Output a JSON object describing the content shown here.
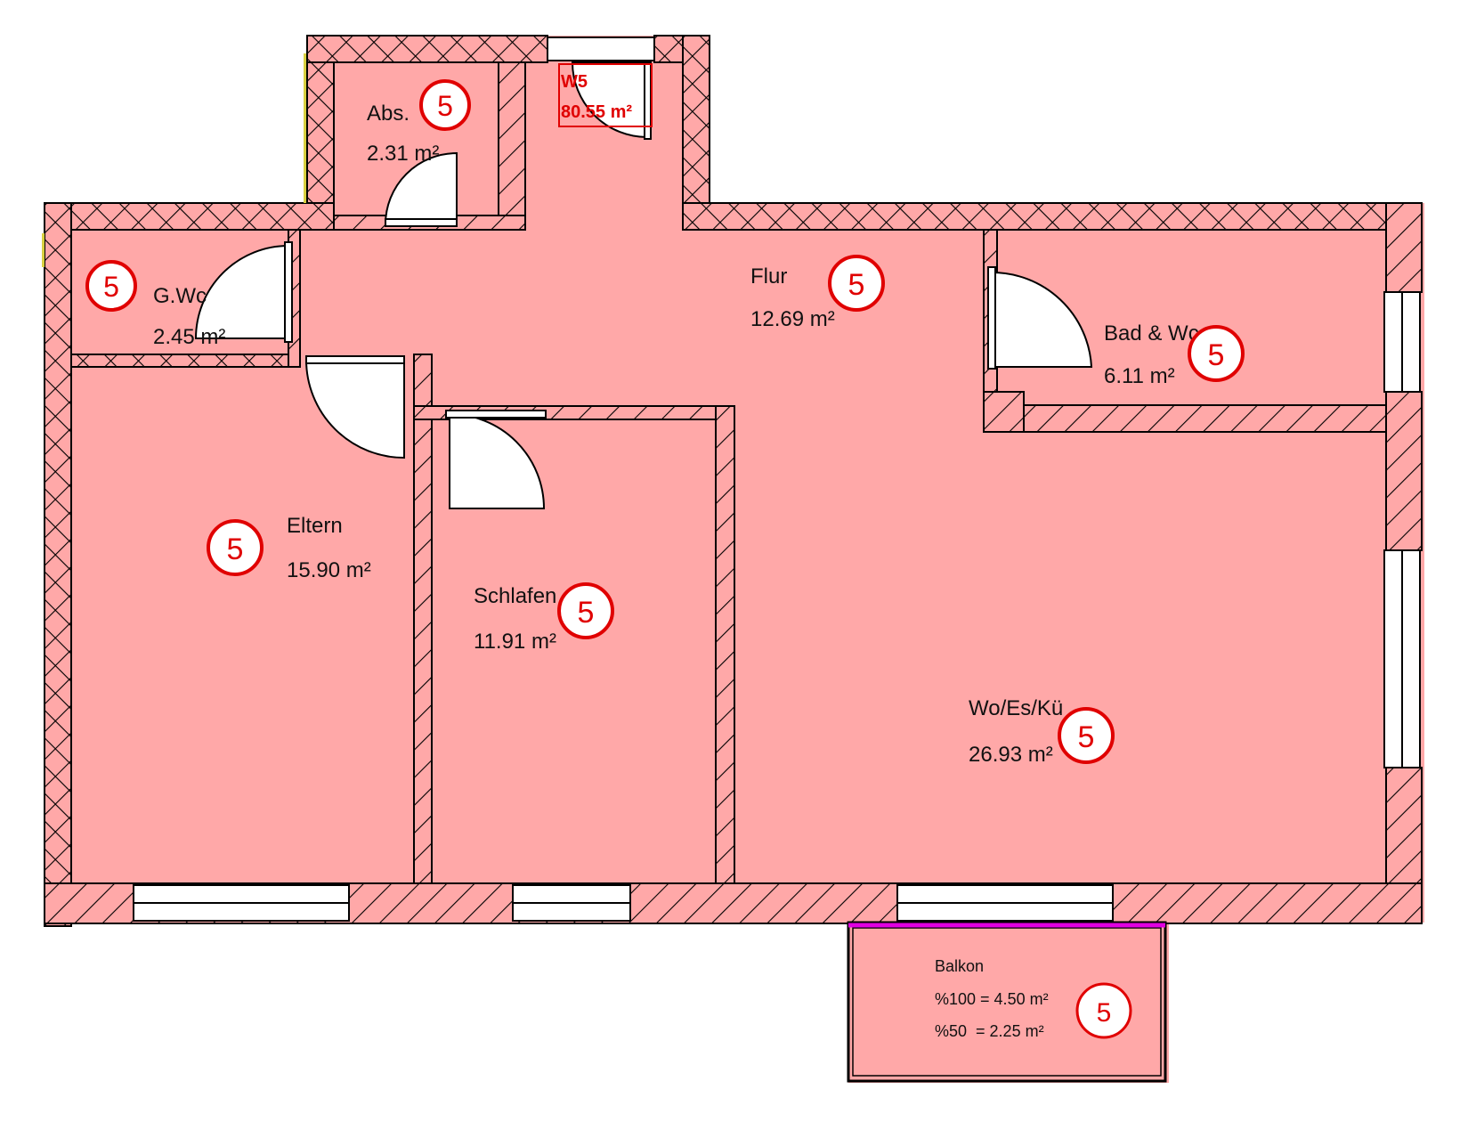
{
  "unit": {
    "code": "W5",
    "area": "80.55 m²"
  },
  "rooms": [
    {
      "id": "abs",
      "name": "Abs.",
      "area": "2.31 m²",
      "badge": "5"
    },
    {
      "id": "gwc",
      "name": "G.Wc",
      "area": "2.45 m²",
      "badge": "5"
    },
    {
      "id": "flur",
      "name": "Flur",
      "area": "12.69 m²",
      "badge": "5"
    },
    {
      "id": "bad",
      "name": "Bad & Wc",
      "area": "6.11 m²",
      "badge": "5"
    },
    {
      "id": "eltern",
      "name": "Eltern",
      "area": "15.90 m²",
      "badge": "5"
    },
    {
      "id": "schlafen",
      "name": "Schlafen",
      "area": "11.91 m²",
      "badge": "5"
    },
    {
      "id": "wohnen",
      "name": "Wo/Es/Kü",
      "area": "26.93 m²",
      "badge": "5"
    }
  ],
  "balkon": {
    "name": "Balkon",
    "line1": "%100 = 4.50 m²",
    "line2": "%50  = 2.25 m²",
    "badge": "5"
  },
  "colors": {
    "floor": "#ffa8a8",
    "wall_line": "#000000",
    "badge": "#e00000",
    "balcony_edge": "#e000e0",
    "exterior_trim": "#d8d040"
  }
}
